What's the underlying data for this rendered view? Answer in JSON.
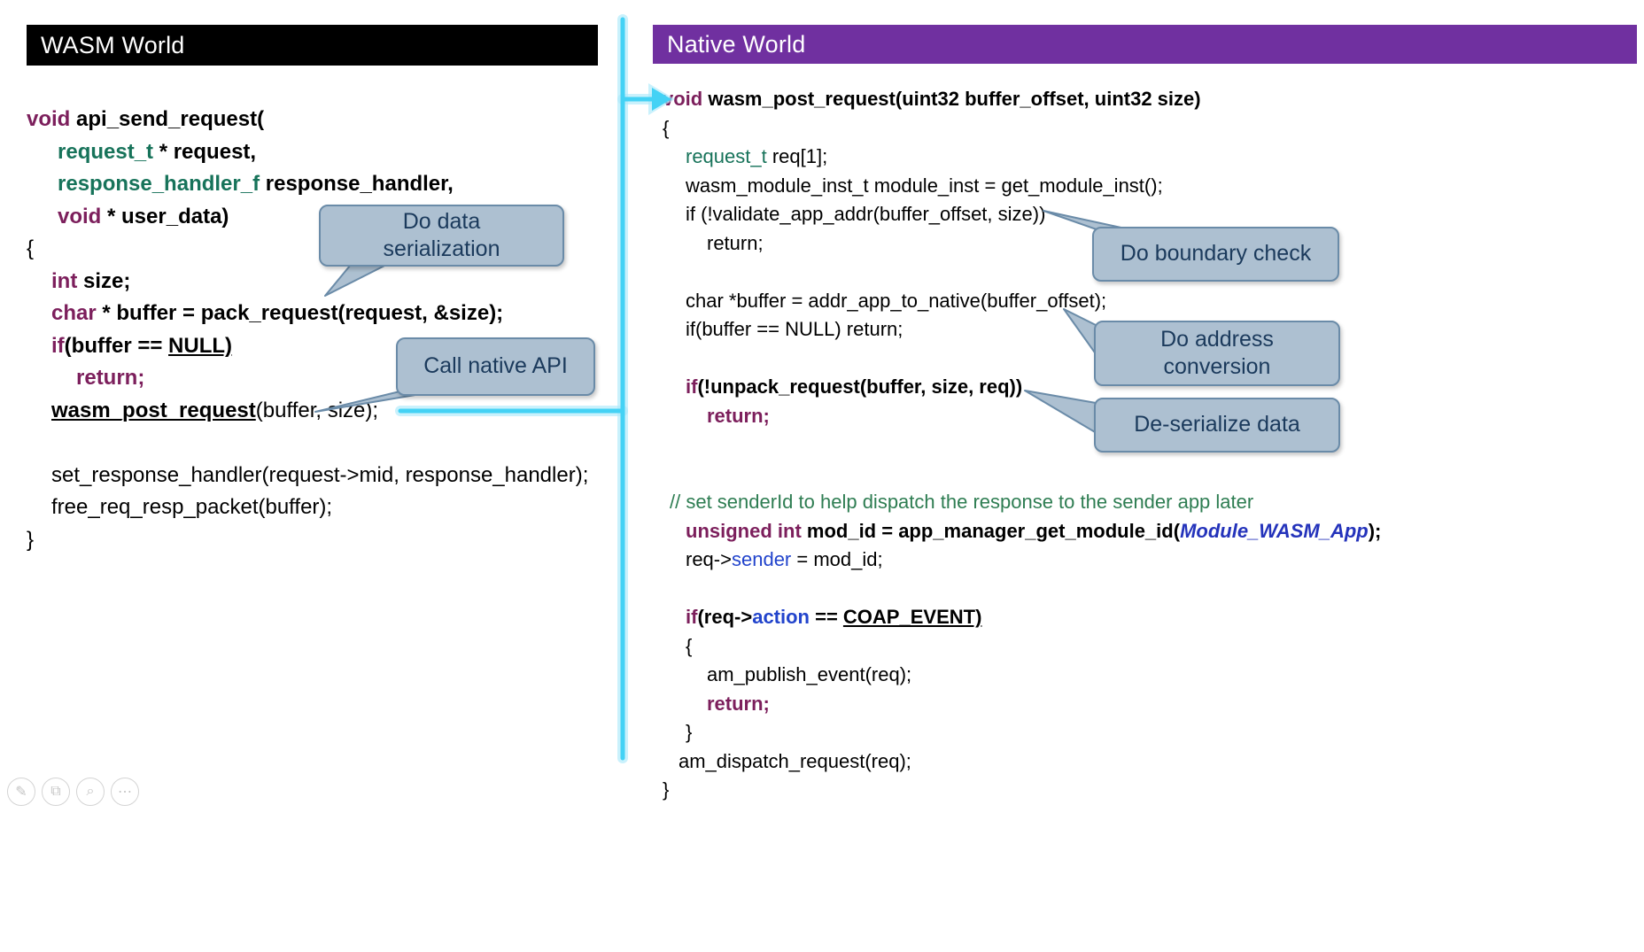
{
  "headers": {
    "wasm": "WASM World",
    "native": "Native World"
  },
  "colors": {
    "wasm_header_bg": "#000000",
    "wasm_header_text": "#ffffff",
    "native_header_bg": "#7030a0",
    "native_header_text": "#ffffff",
    "arrow": "#44d2f5",
    "arrow_glow": "#aee9fa",
    "callout_fill": "#adc0d1",
    "callout_border": "#6a8ba8",
    "callout_text": "#1b3a5c",
    "keyword": "#7c1f5c",
    "type_green": "#17735a",
    "comment_green": "#2e7d52",
    "blue": "#2244cc",
    "blue_italic": "#2433bb",
    "code_text": "#000000"
  },
  "callouts": [
    {
      "name": "do-data-serialization",
      "text": "Do data\nserialization"
    },
    {
      "name": "call-native-api",
      "text": "Call native API"
    },
    {
      "name": "do-boundary-check",
      "text": "Do boundary check"
    },
    {
      "name": "do-address-conversion",
      "text": "Do address\nconversion"
    },
    {
      "name": "de-serialize-data",
      "text": "De-serialize data"
    }
  ],
  "code": {
    "wasm": {
      "lines": [
        {
          "pad": 0,
          "seg": [
            {
              "c": "k",
              "t": "void "
            },
            {
              "c": "b",
              "t": "api_send_request("
            }
          ]
        },
        {
          "pad": 35,
          "seg": [
            {
              "c": "t",
              "t": "request_t "
            },
            {
              "c": "b",
              "t": "* request,"
            }
          ]
        },
        {
          "pad": 35,
          "seg": [
            {
              "c": "t",
              "t": "response_handler_f "
            },
            {
              "c": "b",
              "t": "response_handler,"
            }
          ]
        },
        {
          "pad": 35,
          "seg": [
            {
              "c": "k",
              "t": "void "
            },
            {
              "c": "b",
              "t": "* user_data)"
            }
          ]
        },
        {
          "pad": 0,
          "seg": [
            {
              "c": "n",
              "t": "{"
            }
          ]
        },
        {
          "pad": 28,
          "seg": [
            {
              "c": "k",
              "t": "int "
            },
            {
              "c": "b",
              "t": "size;"
            }
          ]
        },
        {
          "pad": 28,
          "seg": [
            {
              "c": "k",
              "t": "char "
            },
            {
              "c": "b",
              "t": "* buffer = pack_request(request, &size);"
            }
          ]
        },
        {
          "pad": 28,
          "seg": [
            {
              "c": "k",
              "t": "if"
            },
            {
              "c": "b",
              "t": "(buffer == "
            },
            {
              "c": "u",
              "t": "NULL)"
            }
          ]
        },
        {
          "pad": 56,
          "seg": [
            {
              "c": "k",
              "t": "return;"
            }
          ]
        },
        {
          "pad": 28,
          "seg": [
            {
              "c": "u",
              "t": "wasm_post_request"
            },
            {
              "c": "n",
              "t": "(buffer, size);"
            }
          ]
        },
        {
          "pad": 0
        },
        {
          "pad": 28,
          "seg": [
            {
              "c": "n",
              "t": "set_response_handler(request->mid, response_handler);"
            }
          ]
        },
        {
          "pad": 28,
          "seg": [
            {
              "c": "n",
              "t": "free_req_resp_packet(buffer);"
            }
          ]
        },
        {
          "pad": 0,
          "seg": [
            {
              "c": "n",
              "t": "}"
            }
          ]
        }
      ]
    },
    "native": {
      "lines": [
        {
          "pad": 0,
          "seg": [
            {
              "c": "k",
              "t": "void "
            },
            {
              "c": "b",
              "t": "wasm_post_request(uint32 buffer_offset, uint32 size)"
            }
          ]
        },
        {
          "pad": 0,
          "seg": [
            {
              "c": "n",
              "t": "{"
            }
          ]
        },
        {
          "pad": 26,
          "seg": [
            {
              "c": "tg",
              "t": "request_t"
            },
            {
              "c": "n",
              "t": " req[1];"
            }
          ]
        },
        {
          "pad": 26,
          "seg": [
            {
              "c": "n",
              "t": "wasm_module_inst_t module_inst = get_module_inst();"
            }
          ]
        },
        {
          "pad": 26,
          "seg": [
            {
              "c": "n",
              "t": "if (!validate_app_addr(buffer_offset, size))"
            }
          ]
        },
        {
          "pad": 50,
          "seg": [
            {
              "c": "n",
              "t": "return;"
            }
          ]
        },
        {
          "pad": 0
        },
        {
          "pad": 26,
          "seg": [
            {
              "c": "n",
              "t": "char *buffer = addr_app_to_native(buffer_offset);"
            }
          ]
        },
        {
          "pad": 26,
          "seg": [
            {
              "c": "n",
              "t": "if(buffer == NULL) return;"
            }
          ]
        },
        {
          "pad": 0
        },
        {
          "pad": 26,
          "seg": [
            {
              "c": "k",
              "t": "if"
            },
            {
              "c": "b",
              "t": "(!unpack_request(buffer, size, req))"
            }
          ]
        },
        {
          "pad": 50,
          "seg": [
            {
              "c": "k",
              "t": "return;"
            }
          ]
        },
        {
          "pad": 0
        },
        {
          "pad": 0
        },
        {
          "pad": 8,
          "seg": [
            {
              "c": "g",
              "t": "// set senderId to help dispatch the response to the sender app later"
            }
          ]
        },
        {
          "pad": 26,
          "seg": [
            {
              "c": "k",
              "t": "unsigned int "
            },
            {
              "c": "b",
              "t": "mod_id = app_manager_get_module_id("
            },
            {
              "c": "bli",
              "t": "Module_WASM_App"
            },
            {
              "c": "b",
              "t": ");"
            }
          ]
        },
        {
          "pad": 26,
          "seg": [
            {
              "c": "n",
              "t": "req->"
            },
            {
              "c": "bl",
              "t": "sender"
            },
            {
              "c": "n",
              "t": " = mod_id;"
            }
          ]
        },
        {
          "pad": 0
        },
        {
          "pad": 26,
          "seg": [
            {
              "c": "k",
              "t": "if"
            },
            {
              "c": "b",
              "t": "(req->"
            },
            {
              "c": "blb",
              "t": "action"
            },
            {
              "c": "b",
              "t": " == "
            },
            {
              "c": "u",
              "t": "COAP_EVENT)"
            }
          ]
        },
        {
          "pad": 26,
          "seg": [
            {
              "c": "n",
              "t": "{"
            }
          ]
        },
        {
          "pad": 50,
          "seg": [
            {
              "c": "n",
              "t": "am_publish_event(req);"
            }
          ]
        },
        {
          "pad": 50,
          "seg": [
            {
              "c": "k",
              "t": "return;"
            }
          ]
        },
        {
          "pad": 26,
          "seg": [
            {
              "c": "n",
              "t": "}"
            }
          ]
        },
        {
          "pad": 18,
          "seg": [
            {
              "c": "n",
              "t": "am_dispatch_request(req);"
            }
          ]
        },
        {
          "pad": 0,
          "seg": [
            {
              "c": "n",
              "t": "}"
            }
          ]
        }
      ]
    }
  },
  "controls": [
    {
      "name": "pen-icon",
      "glyph": "✎"
    },
    {
      "name": "slides-icon",
      "glyph": "⧉"
    },
    {
      "name": "zoom-icon",
      "glyph": "⌕"
    },
    {
      "name": "more-icon",
      "glyph": "⋯"
    }
  ]
}
